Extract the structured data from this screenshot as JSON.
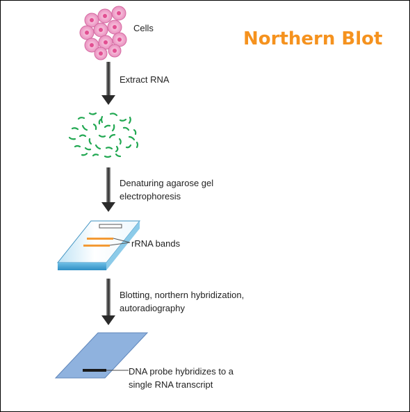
{
  "title": "Northern Blot",
  "steps": {
    "cells": "Cells",
    "extract": "Extract RNA",
    "denature_1": "Denaturing agarose gel",
    "denature_2": "electrophoresis",
    "rrna": "rRNA bands",
    "blot_1": "Blotting, northern hybridization,",
    "blot_2": "autoradiography",
    "probe_1": "DNA probe hybridizes to a",
    "probe_2": "single RNA transcript"
  },
  "colors": {
    "title": "#f5921e",
    "cell_fill": "#f3a6cb",
    "cell_nucleus": "#e24f92",
    "rna": "#22a852",
    "gel_band": "#f39a34",
    "membrane": "#8fb2de",
    "arrow": "#333333"
  }
}
